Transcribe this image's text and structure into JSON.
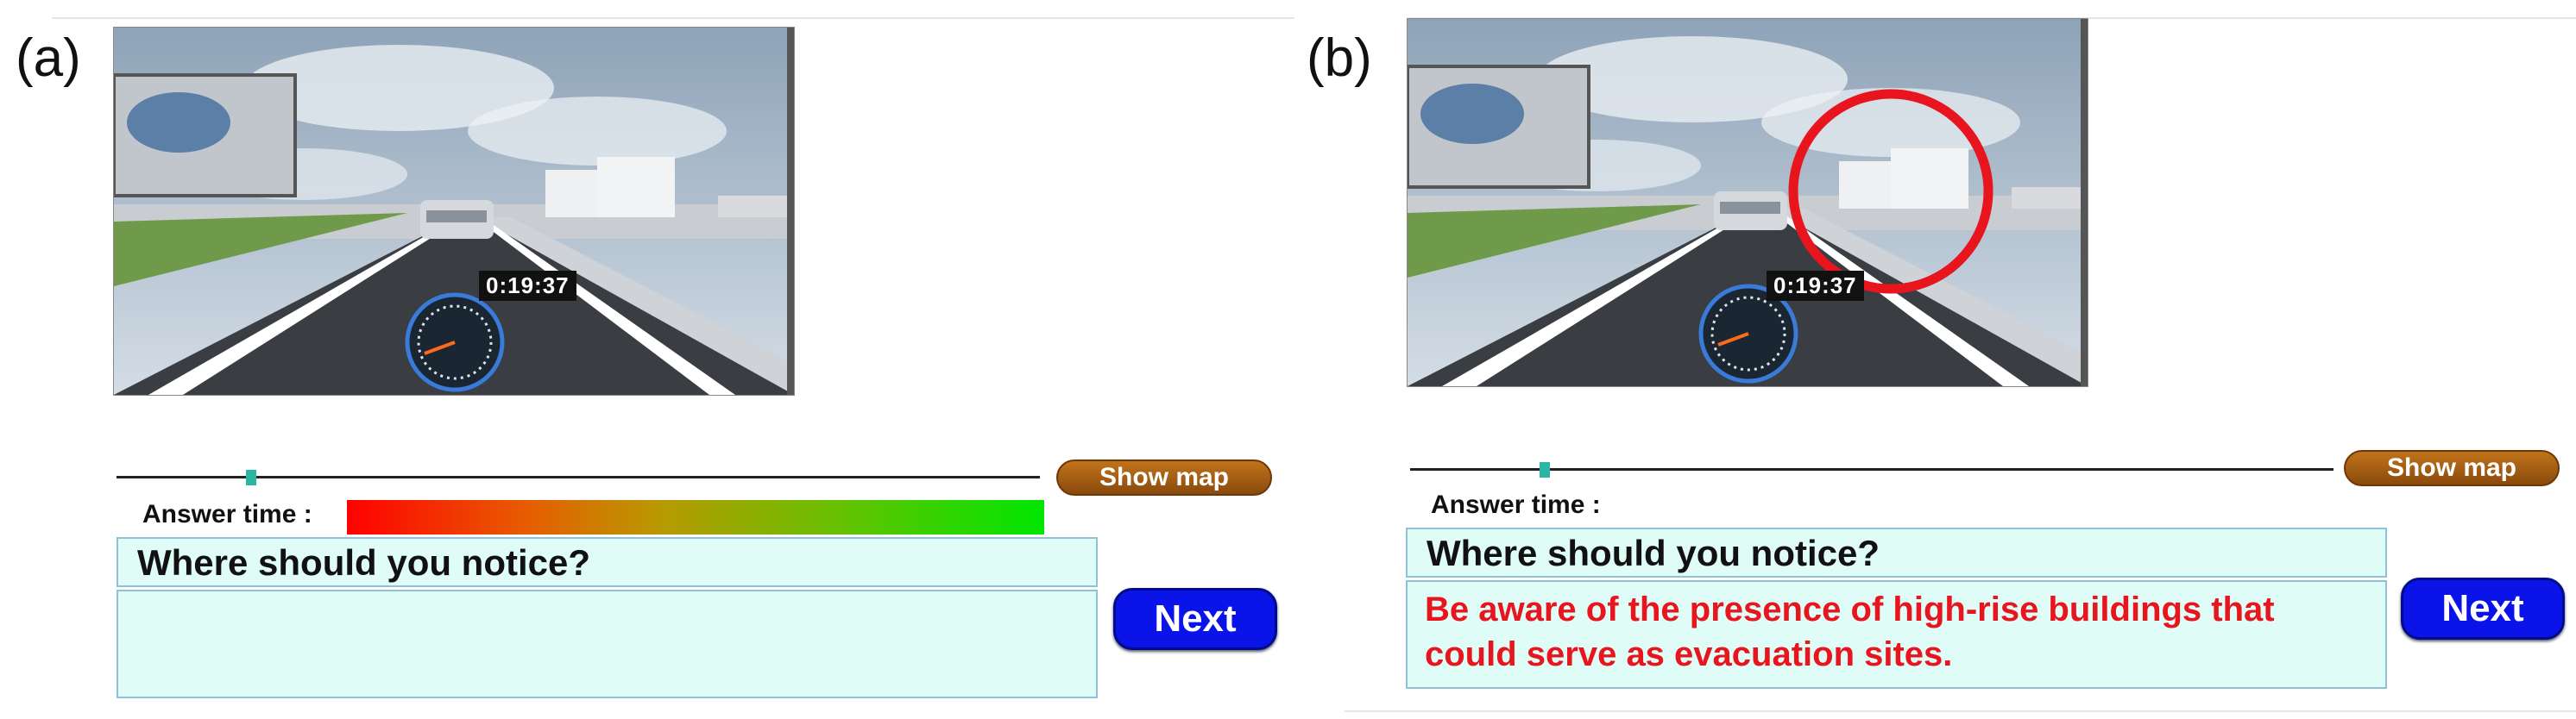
{
  "panels": [
    {
      "label": "(a)",
      "timestamp": "0:19:37",
      "show_map_label": "Show map",
      "answer_time_label": "Answer time :",
      "question": "Where should you notice?",
      "answer": "",
      "next_label": "Next",
      "timer_bar_remaining": 1.0,
      "highlight_circle": false
    },
    {
      "label": "(b)",
      "timestamp": "0:19:37",
      "show_map_label": "Show map",
      "answer_time_label": "Answer time :",
      "question": "Where should you notice?",
      "answer": "Be aware of the presence of high-rise buildings that could serve as evacuation sites.",
      "next_label": "Next",
      "timer_bar_remaining": 0,
      "highlight_circle": true
    }
  ],
  "colors": {
    "highlight_circle": "#e8141e",
    "next_button": "#0a14e8",
    "show_map_button": "#a35c12",
    "answer_text": "#e8141e",
    "question_box_fill": "#dffcf6",
    "timeline_thumb": "#2bb6a3"
  },
  "icons": [
    "speedometer-icon"
  ]
}
